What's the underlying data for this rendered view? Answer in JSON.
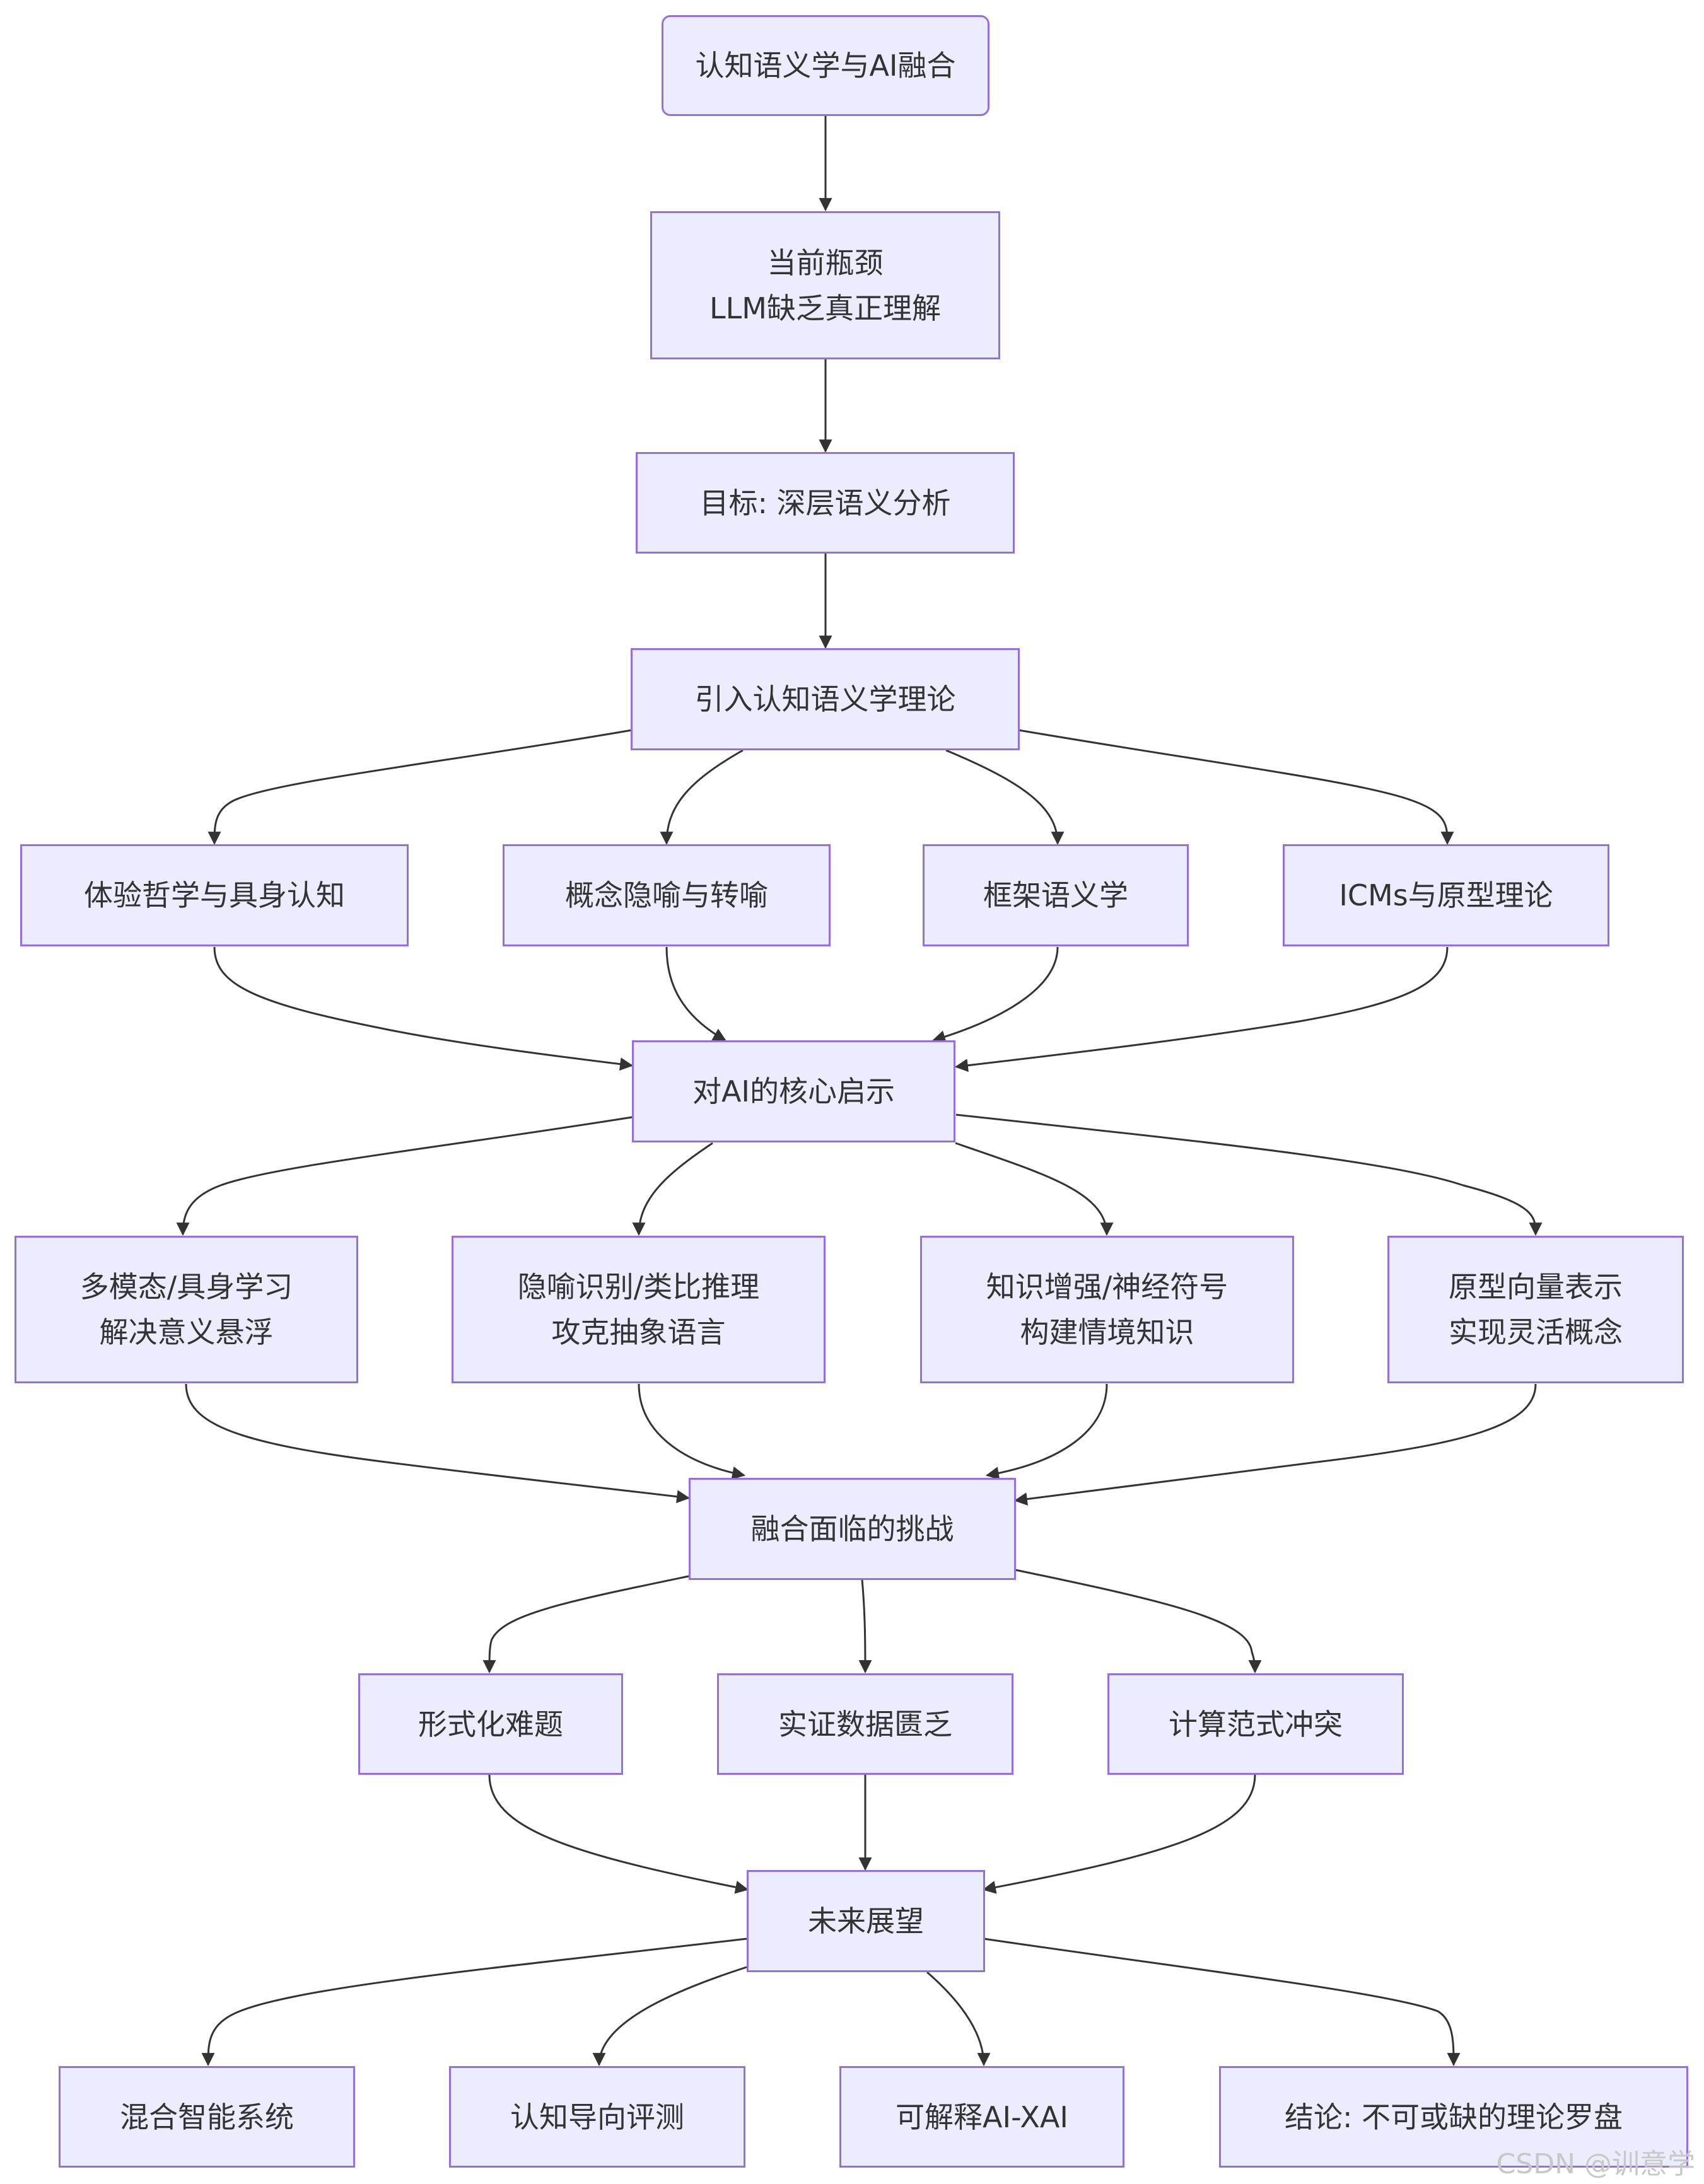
{
  "nodes": {
    "start": "认知语义学与AI融合",
    "bottleneck": "当前瓶颈\nLLM缺乏真正理解",
    "goal": "目标: 深层语义分析",
    "intro": "引入认知语义学理论",
    "theory1": "体验哲学与具身认知",
    "theory2": "概念隐喻与转喻",
    "theory3": "框架语义学",
    "theory4": "ICMs与原型理论",
    "core": "对AI的核心启示",
    "insight1": "多模态/具身学习\n解决意义悬浮",
    "insight2": "隐喻识别/类比推理\n攻克抽象语言",
    "insight3": "知识增强/神经符号\n构建情境知识",
    "insight4": "原型向量表示\n实现灵活概念",
    "challenges": "融合面临的挑战",
    "ch1": "形式化难题",
    "ch2": "实证数据匮乏",
    "ch3": "计算范式冲突",
    "future": "未来展望",
    "f1": "混合智能系统",
    "f2": "认知导向评测",
    "f3": "可解释AI-XAI",
    "f4": "结论: 不可或缺的理论罗盘"
  },
  "watermark": "CSDN @训意学",
  "colors": {
    "node_fill": "#ececff",
    "node_border": "#9370db",
    "edge": "#333333",
    "text": "#333333"
  }
}
